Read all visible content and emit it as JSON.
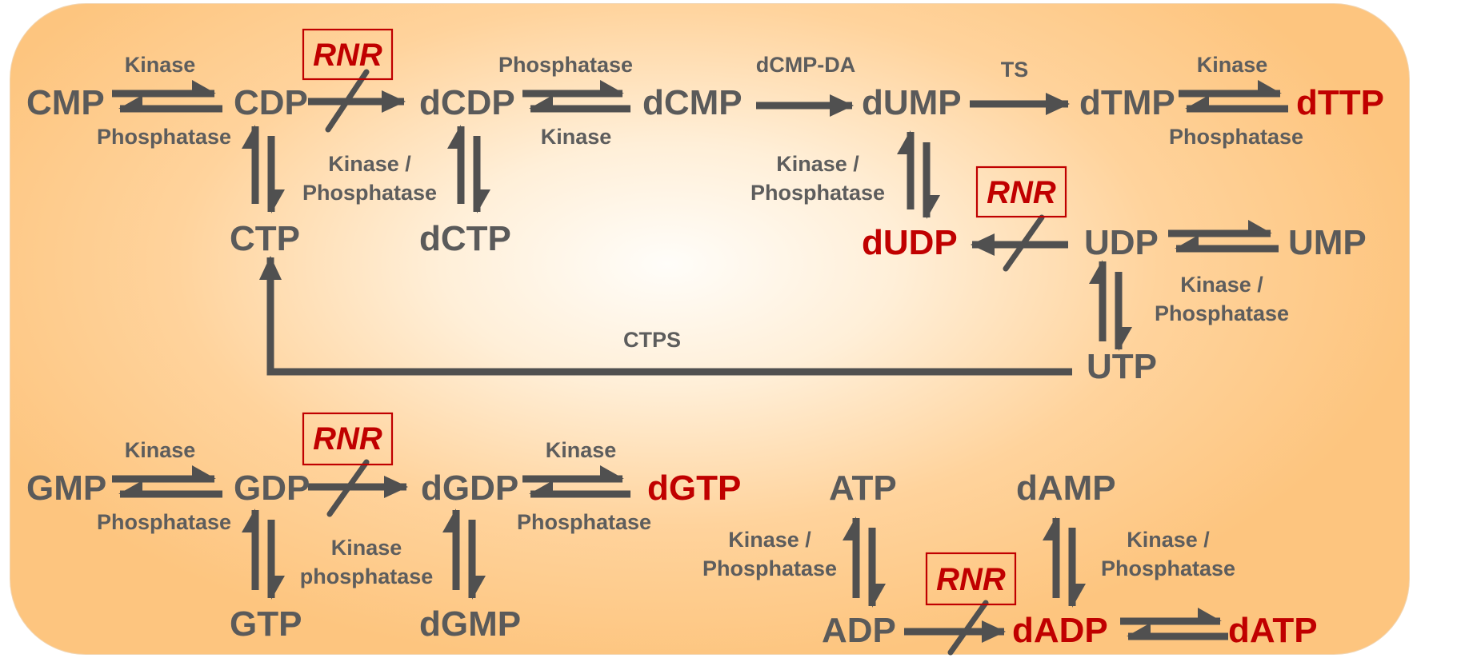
{
  "molecules": {
    "cmp": "CMP",
    "cdp": "CDP",
    "dcdp": "dCDP",
    "dcmp": "dCMP",
    "dump": "dUMP",
    "dtmp": "dTMP",
    "dttp": "dTTP",
    "ctp": "CTP",
    "dctp": "dCTP",
    "dudp": "dUDP",
    "udp": "UDP",
    "ump": "UMP",
    "utp": "UTP",
    "gmp": "GMP",
    "gdp": "GDP",
    "dgdp": "dGDP",
    "dgtp": "dGTP",
    "gtp": "GTP",
    "dgmp": "dGMP",
    "atp": "ATP",
    "damp": "dAMP",
    "adp": "ADP",
    "dadp": "dADP",
    "datp": "dATP"
  },
  "enzymes": {
    "kinase": "Kinase",
    "phosphatase": "Phosphatase",
    "kinase_slash": "Kinase /",
    "kinase_lower": "Kinase",
    "phosphatase_lower": "phosphatase",
    "dcmp_da": "dCMP-DA",
    "ts": "TS",
    "ctps": "CTPS"
  },
  "rnr_label": "RNR",
  "colors": {
    "highlight_red": "#c00000",
    "molecule_gray": "#5a5a5a",
    "arrow_gray": "#505050",
    "panel_orange": "#fdc57f"
  }
}
